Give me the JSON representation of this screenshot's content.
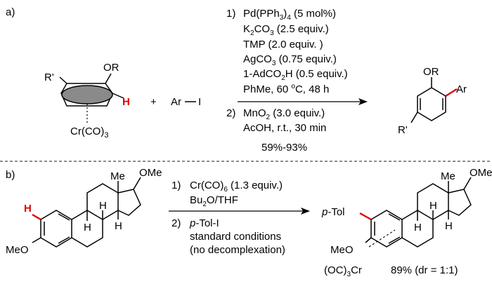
{
  "part_a": {
    "label": "a)",
    "reactant": {
      "substituent_top": "OR",
      "substituent_left": "R'",
      "reactive_h": "H",
      "metal_fragment": "Cr(CO)",
      "metal_fragment_sub": "3"
    },
    "plus": "+",
    "aryl_halide": {
      "ar": "Ar",
      "halogen": "I"
    },
    "conditions": {
      "step1_number": "1)",
      "step2_number": "2)",
      "pd": {
        "pre": "Pd(PPh",
        "sub": "3",
        "mid": ")",
        "sub2": "4",
        "post": " (5 mol%)"
      },
      "base": {
        "pre": "K",
        "sub": "2",
        "mid": "CO",
        "sub2": "3",
        "post": " (2.5 equiv.)"
      },
      "tmp": "TMP (2.0 equiv. )",
      "ag": {
        "pre": "AgCO",
        "sub": "3",
        "post": " (0.75 equiv.)"
      },
      "acid": {
        "pre": "1-AdCO",
        "sub": "2",
        "post": "H (0.5 equiv.)"
      },
      "solvent": {
        "pre": "PhMe, 60 ",
        "sup": "o",
        "post": "C, 48 h"
      },
      "oxidant": {
        "pre": "MnO",
        "sub": "2",
        "post": " (3.0 equiv.)"
      },
      "acoh": "AcOH, r.t., 30 min"
    },
    "yield": "59%-93%",
    "product": {
      "substituent_top": "OR",
      "aryl": "Ar",
      "substituent_left": "R'"
    }
  },
  "part_b": {
    "label": "b)",
    "reactant": {
      "reactive_h": "H",
      "methoxy_aryl": "MeO",
      "methoxy_top": "OMe",
      "methyl": "Me",
      "ring_h": [
        "H",
        "H",
        "H"
      ]
    },
    "conditions": {
      "step1_number": "1)",
      "step2_number": "2)",
      "cr": {
        "pre": "Cr(CO)",
        "sub": "6",
        "post": " (1.3 equiv.)"
      },
      "solvent": {
        "pre": "Bu",
        "sub": "2",
        "post": "O/THF"
      },
      "reagent": {
        "italic": "p",
        "post": "-Tol-I"
      },
      "line2": "standard conditions",
      "line3": "(no decomplexation)"
    },
    "product": {
      "tolyl": {
        "italic": "p",
        "post": "-Tol"
      },
      "methoxy_aryl": "MeO",
      "methoxy_top": "OMe",
      "methyl": "Me",
      "ring_h": [
        "H",
        "H",
        "H"
      ],
      "metal_fragment": {
        "pre": "(OC)",
        "sub": "3",
        "post": "Cr"
      }
    },
    "yield": "89% (dr = 1:1)"
  },
  "colors": {
    "highlight": "#e00000",
    "divider": "#666666"
  }
}
